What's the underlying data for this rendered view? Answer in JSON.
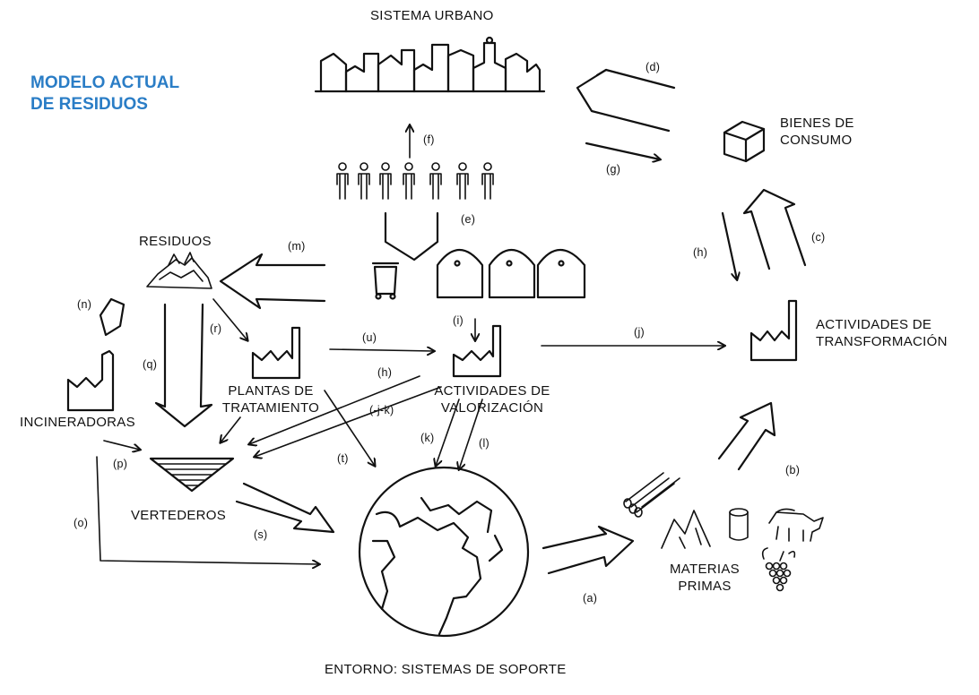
{
  "title": {
    "line1": "MODELO ACTUAL",
    "line2": "DE RESIDUOS"
  },
  "nodes": {
    "sistema_urbano": "SISTEMA URBANO",
    "bienes_de_consumo": [
      "BIENES DE",
      "CONSUMO"
    ],
    "residuos": "RESIDUOS",
    "actividades_transformacion": [
      "ACTIVIDADES DE",
      "TRANSFORMACIÓN"
    ],
    "plantas_tratamiento": [
      "PLANTAS DE",
      "TRATAMIENTO"
    ],
    "actividades_valorizacion": [
      "ACTIVIDADES DE",
      "VALORIZACIÓN"
    ],
    "incineradoras": "INCINERADORAS",
    "vertederos": "VERTEDEROS",
    "materias_primas": [
      "MATERIAS",
      "PRIMAS"
    ],
    "entorno": "ENTORNO: SISTEMAS DE SOPORTE"
  },
  "flow_labels": {
    "a": "(a)",
    "b": "(b)",
    "c": "(c)",
    "d": "(d)",
    "e": "(e)",
    "f": "(f)",
    "g": "(g)",
    "h_right": "(h)",
    "h_mid": "(h)",
    "i": "(i)",
    "j": "(j)",
    "jk": "(-j-k)",
    "k": "(k)",
    "l": "(l)",
    "m": "(m)",
    "n": "(n)",
    "o": "(o)",
    "p": "(p)",
    "q": "(q)",
    "r": "(r)",
    "s": "(s)",
    "t": "(t)",
    "u": "(u)"
  },
  "colors": {
    "title": "#2a7dc6",
    "ink": "#111111",
    "background": "#ffffff"
  },
  "icons": [
    "city-skyline-icon",
    "people-icon",
    "trash-bin-icon",
    "recycling-container-icon",
    "factory-icon",
    "box-icon",
    "waste-pile-icon",
    "landfill-icon",
    "globe-icon",
    "logs-icon",
    "mountains-icon",
    "barrel-icon",
    "bull-icon",
    "grapes-icon",
    "pentagon-shape-icon"
  ]
}
